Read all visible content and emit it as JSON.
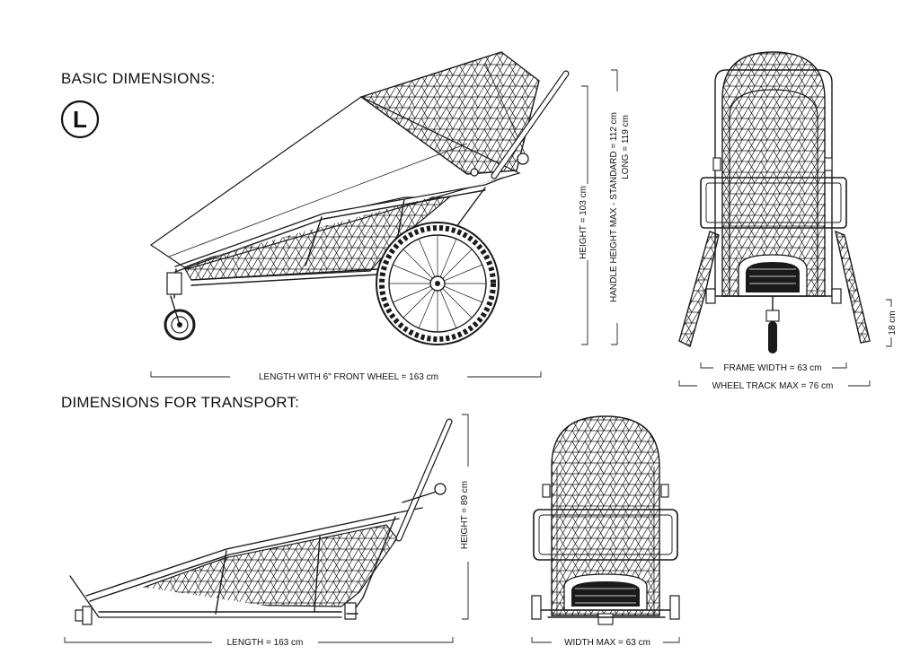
{
  "headings": {
    "basic": "BASIC DIMENSIONS:",
    "transport": "DIMENSIONS FOR TRANSPORT:"
  },
  "size_badge": "L",
  "basic": {
    "length": "LENGTH WITH  6\" FRONT WHEEL = 163 cm",
    "height": "HEIGHT = 103 cm",
    "handle_line1": "HANDLE HEIGHT MAX -  STANDARD = 112 cm",
    "handle_line2": "LONG       = 119 cm",
    "frame_width": "FRAME WIDTH = 63 cm",
    "wheel_track": "WHEEL TRACK MAX = 76 cm",
    "clearance": "18 cm"
  },
  "transport": {
    "length": "LENGTH = 163 cm",
    "height": "HEIGHT = 89 cm",
    "width": "WIDTH MAX = 63 cm"
  }
}
